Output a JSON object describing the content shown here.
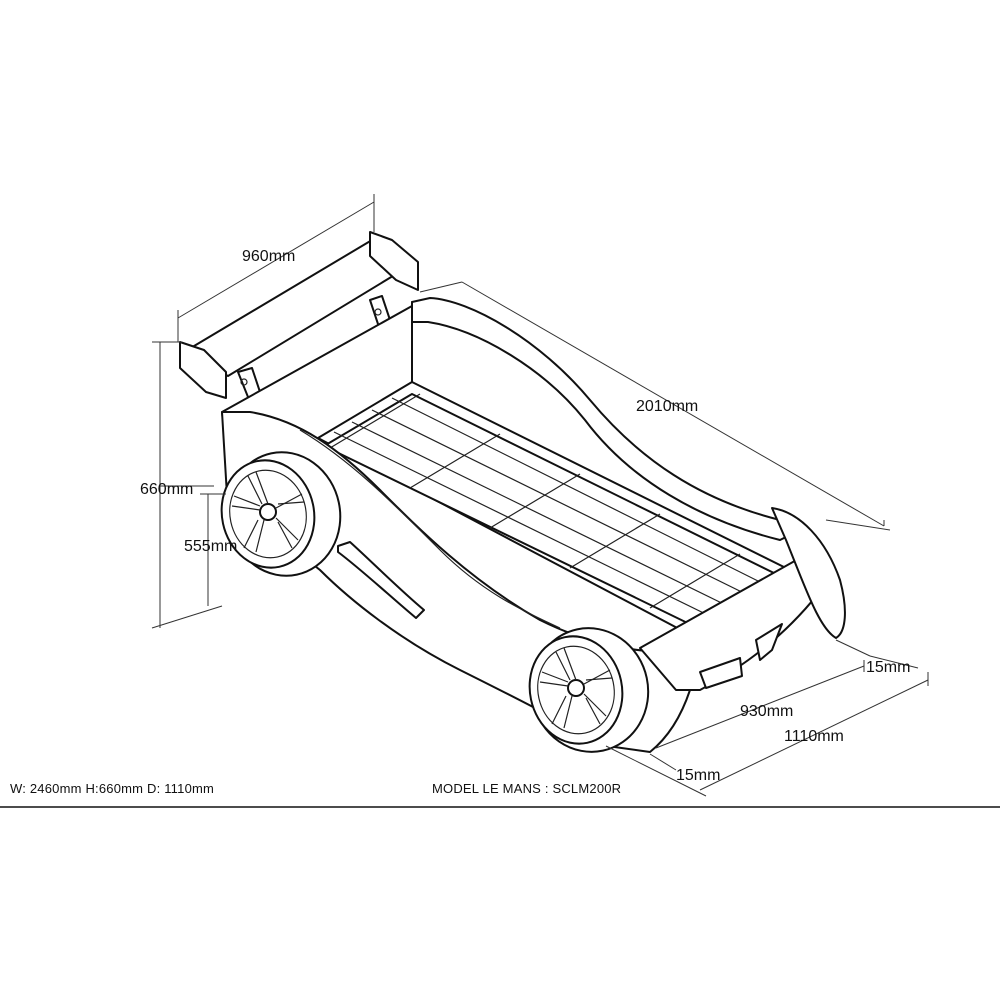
{
  "dimensions": {
    "spoiler_width": "960mm",
    "length": "2010mm",
    "height_total": "660mm",
    "height_wheel": "555mm",
    "side_thickness_top": "15mm",
    "inner_width": "930mm",
    "outer_width": "1110mm",
    "side_thickness_bottom": "15mm"
  },
  "footer": {
    "overall": "W: 2460mm H:660mm D: 1110mm",
    "model": "MODEL LE MANS : SCLM200R"
  }
}
